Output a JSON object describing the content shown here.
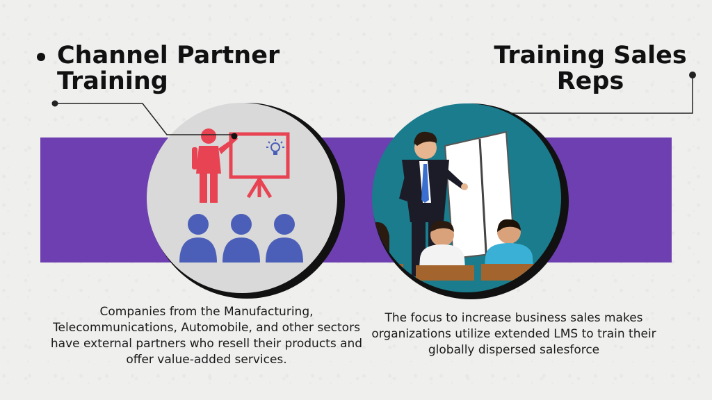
{
  "left": {
    "title": "Channel Partner Training",
    "description": "Companies from the Manufacturing, Telecommunications, Automobile, and other sectors have external partners who resell their products and offer value-added services."
  },
  "right": {
    "title": "Training Sales Reps",
    "description": "The focus to increase business sales makes organizations utilize extended LMS to train their globally dispersed salesforce"
  },
  "colors": {
    "band": "#6e3fb1",
    "left_circle": "#d9d9d9",
    "right_circle": "#1a7c8c",
    "presenter_red": "#e84352",
    "audience_blue": "#4b5fb8"
  }
}
